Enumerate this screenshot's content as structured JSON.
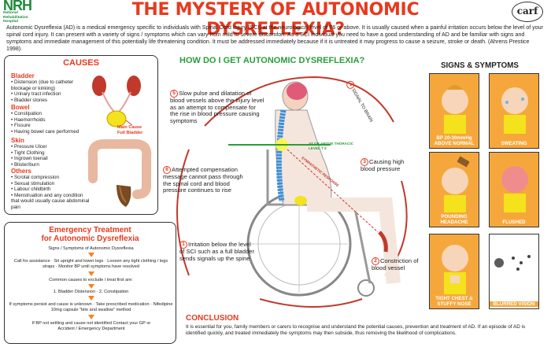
{
  "header": {
    "logo_left": "NRH",
    "logo_left_sub": [
      "National",
      "Rehabilitation",
      "Hospital"
    ],
    "title": "THE MYSTERY OF AUTONOMIC DYSREFLEXIA?",
    "logo_right": "carf"
  },
  "intro": "Autonomic Dysreflexia (AD) is a medical emergency specific to individuals with Spinal Cord Injury (SCI) at the neurological level of T6 or above. It is usually caused when a painful irritation occurs below the level of your spinal cord injury. It can present with a variety of signs / symptoms which can vary from mild to severe discomfort. As a SCI individual you need to have a good understanding of AD and be familiar with signs and symptoms and immediate management of this potentially life threatening condition. It must be addressed immediately because if it is untreated it may progress to cause a seizure, stroke or death. (Ahrens Prestice 1998).",
  "causes": {
    "title": "CAUSES",
    "groups": [
      {
        "heading": "Bladder",
        "items": [
          "Distension (due to catheter blockage or kinking)",
          "Urinary tract infection",
          "Bladder stones"
        ]
      },
      {
        "heading": "Bowel",
        "items": [
          "Constipation",
          "Haemorrhoids",
          "Fissure",
          "Having bowel care performed"
        ]
      },
      {
        "heading": "Skin",
        "items": [
          "Pressure Ulcer",
          "Tight Clothing",
          "Ingrown toenail",
          "Blister/burn"
        ]
      },
      {
        "heading": "Others",
        "items": [
          "Scrotal compression",
          "Sexual stimulation",
          "Labour childbirth",
          "Menstruation and any condition that would usually cause abdominal pain"
        ]
      }
    ],
    "main_cause_label": [
      "Main Cause",
      "Full Bladder"
    ]
  },
  "emergency": {
    "title_line1": "Emergency Treatment",
    "title_line2": "for Autonomic Dysreflexia",
    "steps": [
      "Signs / Symptoms of Autonomic Dysreflexia",
      "Call for assistance  ·  Sit upright and lower legs  ·  Loosen any tight clothing / legs straps  ·  Monitor BP until symptoms have resolved",
      "Common causes to exclude / treat first are:",
      "1. Bladder Distension  ·  2. Constipation",
      "If symptoms persist and cause is unknown  ·  Take prescribed medication  ·  Nifedipine 10mg capsule \"bite and swallow\" method",
      "If BP not settling and cause not identified Contact your GP or Accident / Emergency Department"
    ]
  },
  "center": {
    "title": "HOW DO I GET AUTONOMIC DYSREFLEXIA?",
    "steps": [
      {
        "num": "1",
        "text": "Irritation below the level of SCI such as a full bladder sends signals up the spine"
      },
      {
        "num": "2",
        "text": "Constriction of blood vessel"
      },
      {
        "num": "3",
        "text": "Causing high blood pressure"
      },
      {
        "num": "4",
        "text": "SIGNAL TO BRAIN"
      },
      {
        "num": "5",
        "text": "Slow pulse and dilatation of blood vessels above the injury level as an attempt to compensate for the rise in blood pressure causing symptoms"
      },
      {
        "num": "6",
        "text": "Attempted compensation message cannot pass through the spinal cord and blood pressure continues to rise"
      }
    ],
    "level_label": "AT OR ABOVE THORACIC LEVEL T 6",
    "sympathetic_label": "SYMPATHETIC RESPONSE"
  },
  "signs": {
    "title": "SIGNS & SYMPTOMS",
    "items": [
      {
        "label": "BP 20-30mmHg ABOVE NORMAL",
        "icon": "bp-face-icon"
      },
      {
        "label": "SWEATING",
        "icon": "sweating-face-icon"
      },
      {
        "label": "POUNDING HEADACHE",
        "icon": "headache-face-icon"
      },
      {
        "label": "FLUSHED",
        "icon": "flushed-face-icon"
      },
      {
        "label": "TIGHT CHEST & STUFFY NOSE",
        "icon": "chest-face-icon"
      },
      {
        "label": "BLURRED VISION",
        "icon": "blurred-vision-icon"
      }
    ]
  },
  "conclusion": {
    "title": "CONCLUSION",
    "text": "It is essential for you, family members or carers to recognise and understand the potential causes, prevention and treatment of AD. If an episode of AD is identified quickly, and treated immediately the symptoms may then subside, thus removing the likelihood of complications."
  },
  "colors": {
    "accent_red": "#e63a1e",
    "accent_green": "#2a9d3a",
    "accent_orange": "#f58220",
    "card_orange": "#f6a73c"
  }
}
